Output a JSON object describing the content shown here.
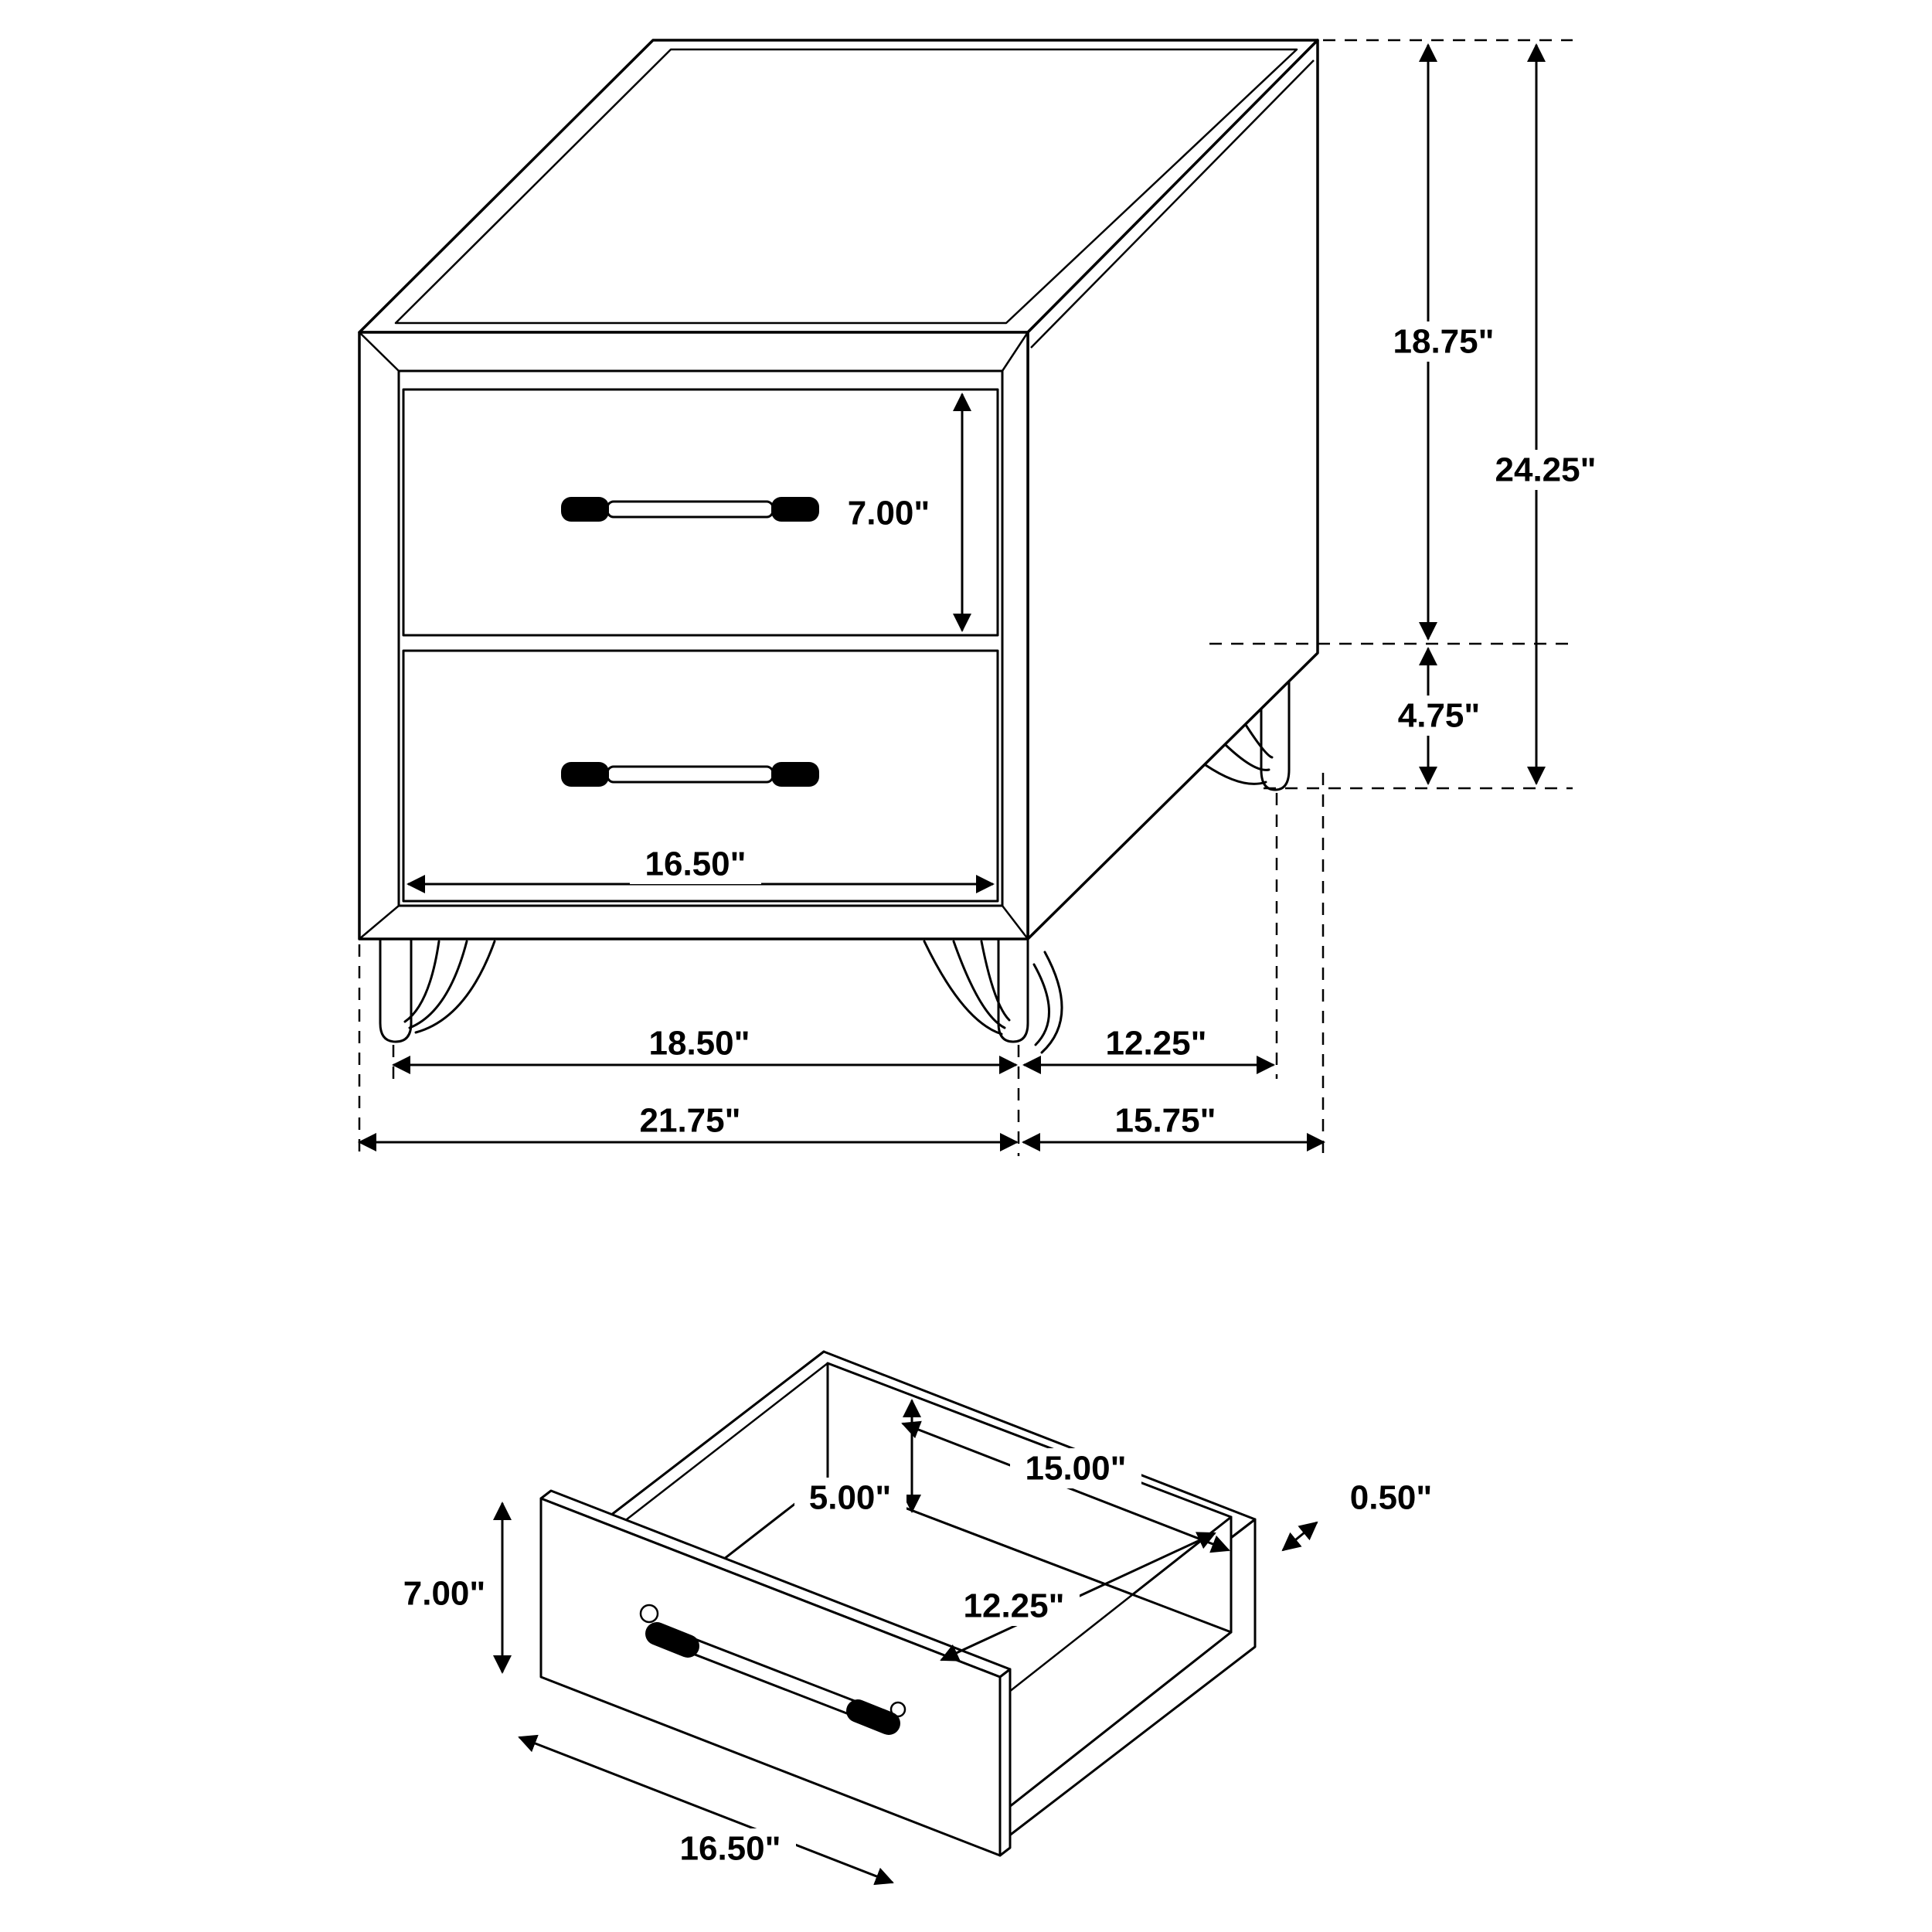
{
  "colors": {
    "line": "#000000",
    "background": "#ffffff"
  },
  "figures": {
    "nightstand": {
      "dims": {
        "side_height": "18.75\"",
        "total_height": "24.25\"",
        "drawer_front_height": "7.00\"",
        "leg_height": "4.75\"",
        "drawer_width": "16.50\"",
        "leg_span_width": "18.50\"",
        "leg_span_depth": "12.25\"",
        "total_width": "21.75\"",
        "total_depth": "15.75\""
      }
    },
    "drawer": {
      "dims": {
        "front_height": "7.00\"",
        "box_inner_height": "5.00\"",
        "box_inner_width": "15.00\"",
        "front_thickness": "0.50\"",
        "box_inner_depth": "12.25\"",
        "front_width": "16.50\""
      }
    }
  }
}
